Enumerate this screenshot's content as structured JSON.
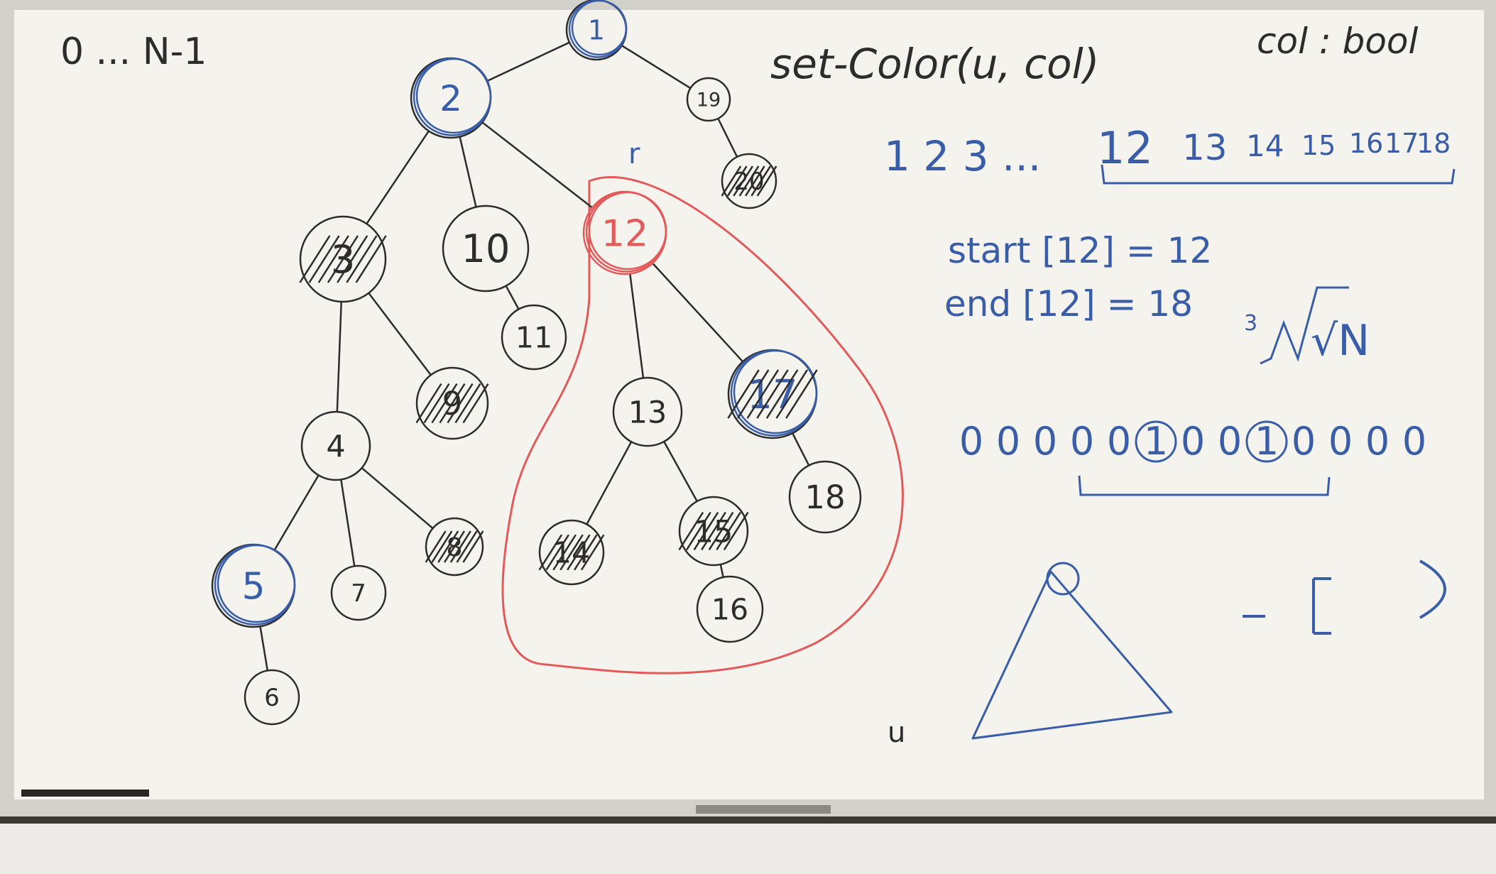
{
  "board": {
    "title_left": "0 ... N-1",
    "function_call": "set-Color(u, col)",
    "col_type": "col : bool",
    "sequence_start": "1 2 3 ...",
    "sequence_range": [
      "12",
      "13",
      "14",
      "15",
      "16",
      "17",
      "18"
    ],
    "start_eq": "start [12] = 12",
    "end_eq": "end [12] = 18",
    "cbrt_index": "3",
    "cbrt_symbol": "√N",
    "bottom_label_u": "u",
    "r_label": "r"
  },
  "array_row": [
    "0",
    "0",
    "0",
    "0",
    "0",
    "1",
    "0",
    "0",
    "1",
    "0",
    "0",
    "0",
    "0"
  ],
  "tree": {
    "nodes": [
      {
        "id": "n1",
        "label": "1",
        "color": "blue",
        "crossed": false
      },
      {
        "id": "n2",
        "label": "2",
        "color": "blue",
        "crossed": false
      },
      {
        "id": "n19",
        "label": "19",
        "color": "dark",
        "crossed": false
      },
      {
        "id": "n20",
        "label": "20",
        "color": "dark",
        "crossed": true
      },
      {
        "id": "n3",
        "label": "3",
        "color": "dark",
        "crossed": true
      },
      {
        "id": "n10",
        "label": "10",
        "color": "dark",
        "crossed": false
      },
      {
        "id": "n11",
        "label": "11",
        "color": "dark",
        "crossed": false
      },
      {
        "id": "n12",
        "label": "12",
        "color": "red",
        "crossed": false
      },
      {
        "id": "n9",
        "label": "9",
        "color": "dark",
        "crossed": true
      },
      {
        "id": "n4",
        "label": "4",
        "color": "dark",
        "crossed": false
      },
      {
        "id": "n13",
        "label": "13",
        "color": "dark",
        "crossed": false
      },
      {
        "id": "n17",
        "label": "17",
        "color": "blue",
        "crossed": true
      },
      {
        "id": "n18",
        "label": "18",
        "color": "dark",
        "crossed": false
      },
      {
        "id": "n14",
        "label": "14",
        "color": "dark",
        "crossed": true
      },
      {
        "id": "n15",
        "label": "15",
        "color": "dark",
        "crossed": true
      },
      {
        "id": "n16",
        "label": "16",
        "color": "dark",
        "crossed": false
      },
      {
        "id": "n5",
        "label": "5",
        "color": "blue",
        "crossed": false
      },
      {
        "id": "n7",
        "label": "7",
        "color": "dark",
        "crossed": false
      },
      {
        "id": "n8",
        "label": "8",
        "color": "dark",
        "crossed": true
      },
      {
        "id": "n6",
        "label": "6",
        "color": "dark",
        "crossed": false
      }
    ]
  },
  "colors": {
    "board_white": "#f4f3ee",
    "frame": "#c9c7c2",
    "ink_dark": "#2c2c2c",
    "ink_blue": "#3a5da8",
    "ink_red": "#e35a5a"
  }
}
